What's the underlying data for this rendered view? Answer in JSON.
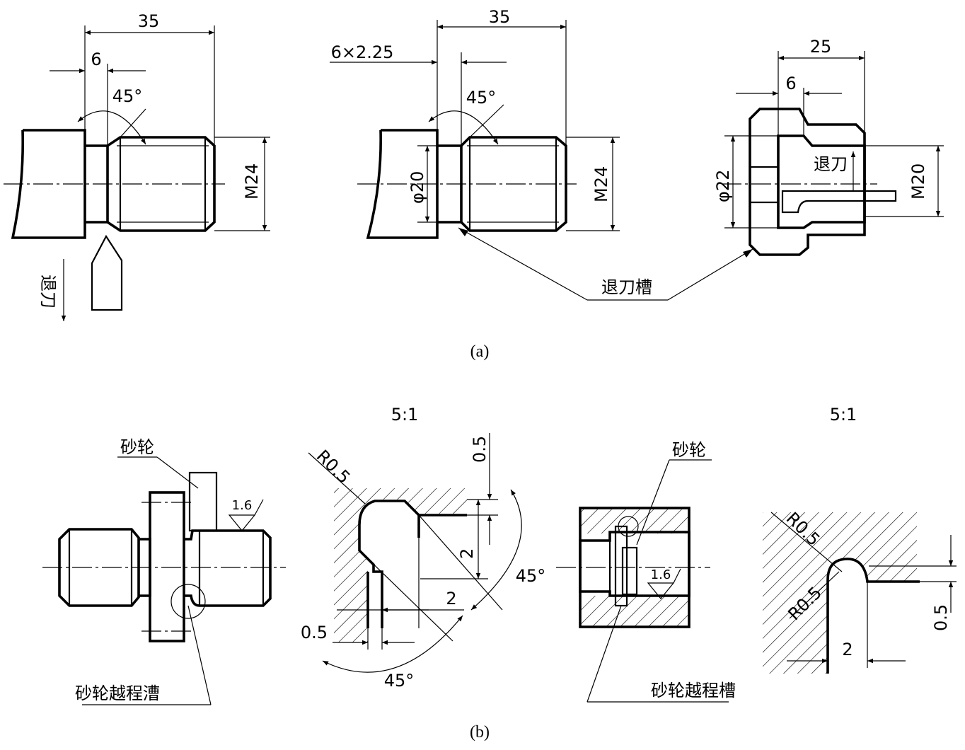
{
  "captions": {
    "a": "(a)",
    "b": "(b)"
  },
  "fig_a": {
    "left": {
      "dim_total": "35",
      "dim_chamfer": "6",
      "angle": "45°",
      "thread": "M24",
      "retract": "退刀"
    },
    "middle": {
      "dim_total": "35",
      "undercut": "6×2.25",
      "angle": "45°",
      "diameter": "φ20",
      "thread": "M24"
    },
    "right": {
      "dim_total": "25",
      "dim_chamfer": "6",
      "diameter": "φ22",
      "thread": "M20",
      "retract": "退刀"
    },
    "groove_label": "退刀槽"
  },
  "fig_b": {
    "shaft": {
      "wheel": "砂轮",
      "roughness": "1.6",
      "groove": "砂轮越程漕"
    },
    "detail1": {
      "scale": "5:1",
      "radius": "R0.5",
      "dim_top": "0.5",
      "dim_depth": "2",
      "dim_width": "2",
      "dim_bottom": "0.5",
      "angle_right": "45°",
      "angle_bottom": "45°"
    },
    "hole": {
      "wheel": "砂轮",
      "roughness": "1.6",
      "groove": "砂轮越程槽"
    },
    "detail2": {
      "scale": "5:1",
      "radius_top": "R0.5",
      "radius_bottom": "R0.5",
      "dim_width": "2",
      "dim_depth": "0.5"
    }
  }
}
